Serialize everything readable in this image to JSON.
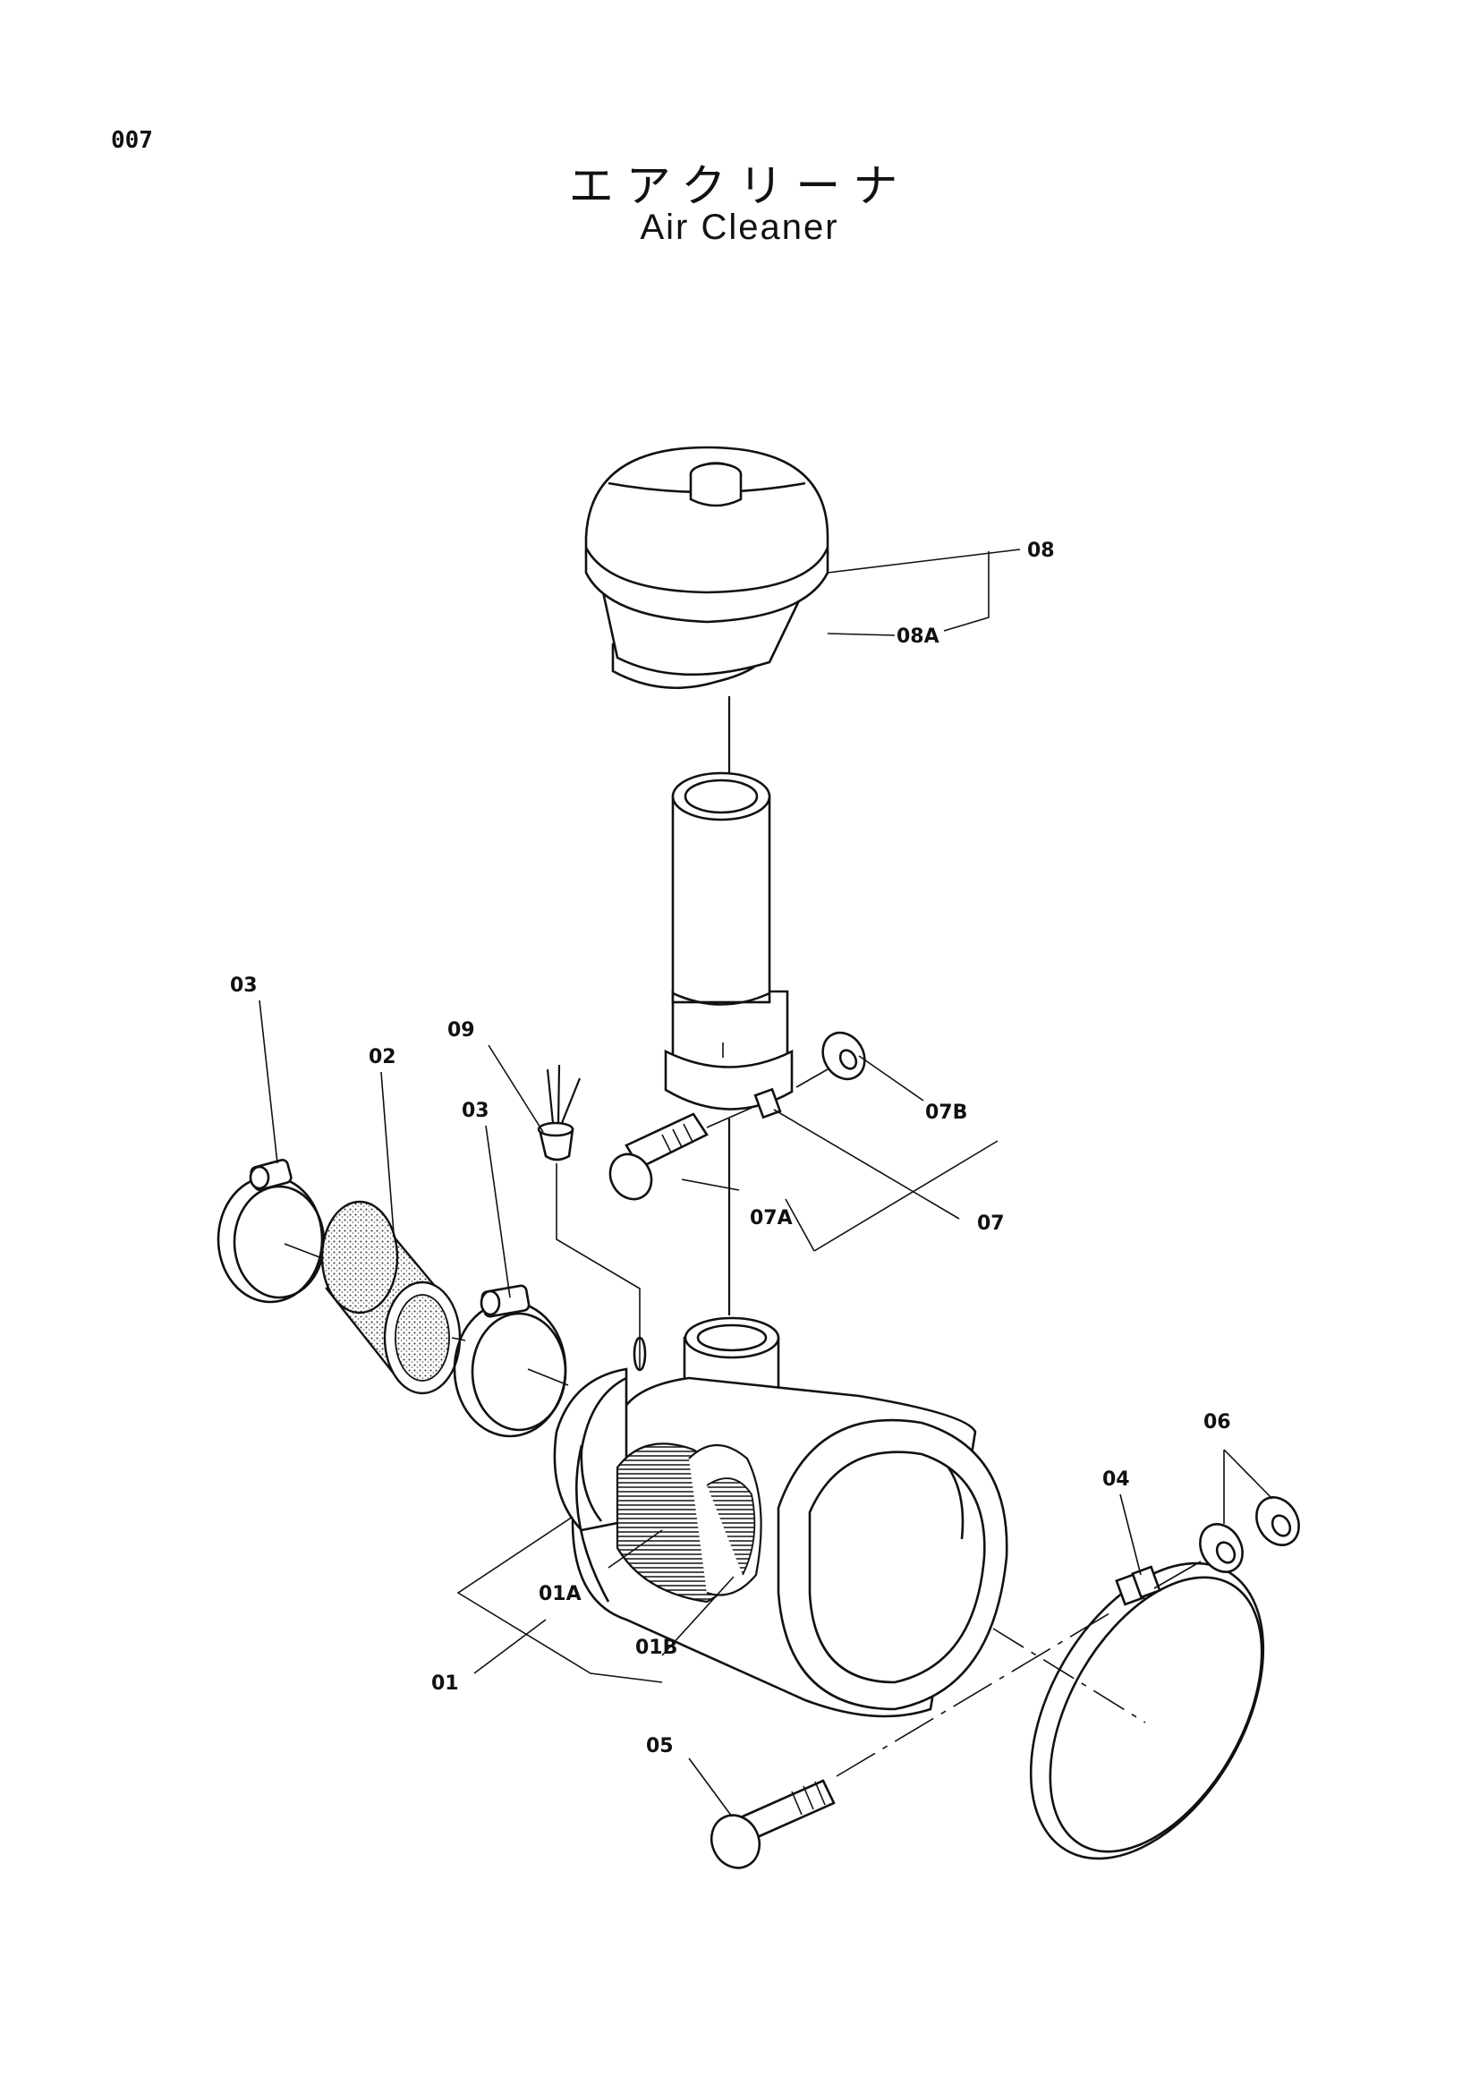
{
  "page": {
    "number": "007"
  },
  "title": {
    "japanese": "エアクリーナ",
    "english": "Air Cleaner"
  },
  "callouts": {
    "c01": "01",
    "c01A": "01A",
    "c01B": "01B",
    "c02": "02",
    "c03a": "03",
    "c03b": "03",
    "c04": "04",
    "c05": "05",
    "c06": "06",
    "c07": "07",
    "c07A": "07A",
    "c07B": "07B",
    "c08": "08",
    "c08A": "08A",
    "c09": "09"
  }
}
